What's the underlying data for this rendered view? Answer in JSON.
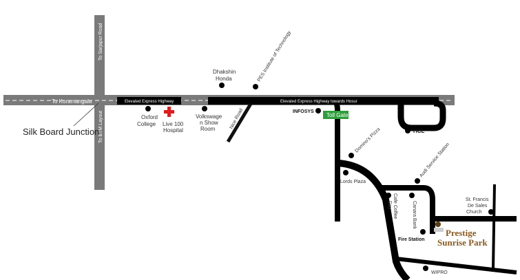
{
  "colors": {
    "road_gray": "#7a7a7a",
    "road_black": "#000000",
    "toll_green": "#2e9e3a",
    "hospital_red": "#e01b1b",
    "prestige_brown": "#8a5a1f"
  },
  "roads": {
    "koramangala": "To Koramangala",
    "sarjapur": "To Sarjapur Road",
    "btm": "To BTM Layout",
    "elevated": "Elevated Express Highway",
    "elevated_hosur": "Elevated Express Highway towards Hosur",
    "nice": "Nice Road"
  },
  "landmarks": {
    "silk_board": "Silk Board Junction",
    "oxford": [
      "Oxford",
      "College"
    ],
    "hospital": [
      "Live 100",
      "Hospital"
    ],
    "volkswagen": [
      "Volkswage",
      "n Show",
      "Room"
    ],
    "dhakshin": [
      "Dhakshin",
      "Honda"
    ],
    "pes": "PES Institute of Technology",
    "infosys": "INFOSYS",
    "toll": "Toll Gate",
    "hcl": "HCL",
    "dominos": "Domino's Pizza",
    "lords": "Lords Plaza",
    "audi": "Audi Service Station",
    "cafe": [
      "Cafe Coffee",
      "Day"
    ],
    "canara": "Canara Bank",
    "fire": "Fire Station",
    "st_francis": [
      "St. Francis",
      "De Sales",
      "Church"
    ],
    "prestige": [
      "Prestige",
      "Sunrise Park"
    ],
    "wipro": "WIPRO"
  }
}
